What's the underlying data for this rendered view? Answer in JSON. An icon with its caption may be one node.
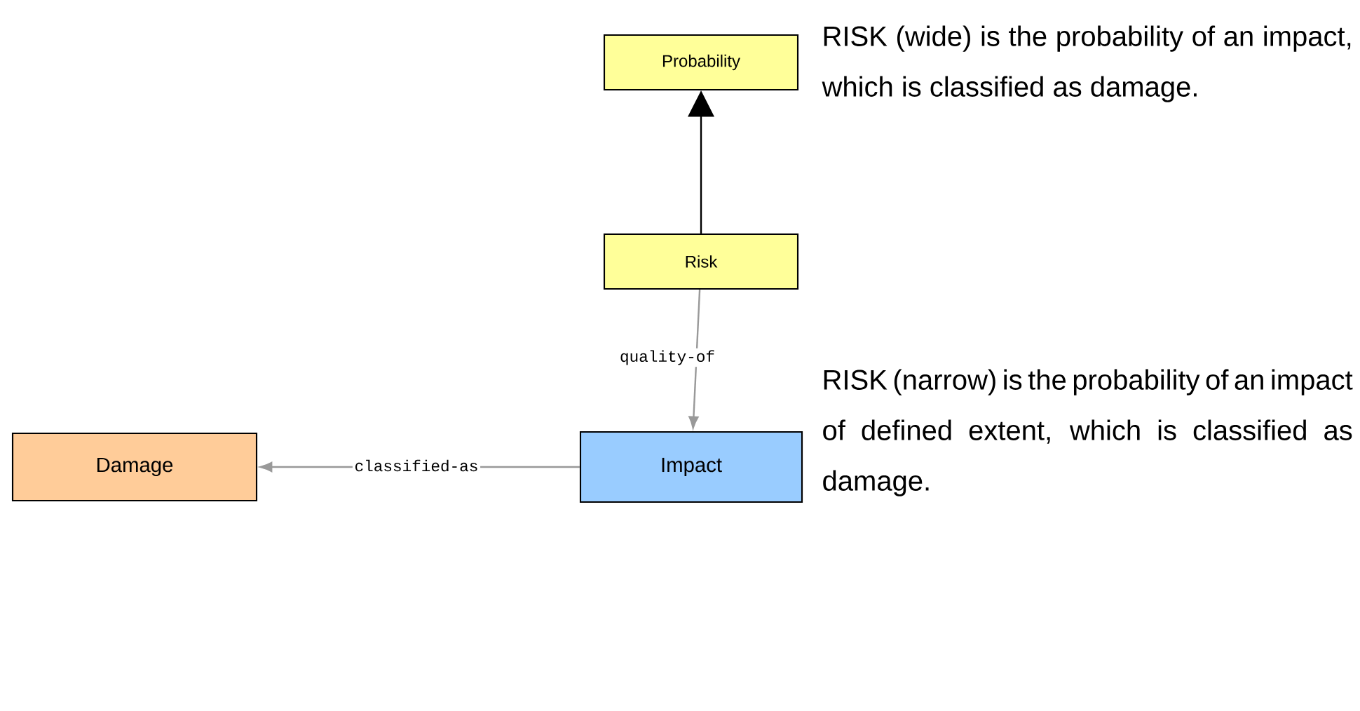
{
  "diagram": {
    "nodes": [
      {
        "text": [
          "Probability"
        ]
      },
      {
        "text": [
          "Risk"
        ]
      },
      {
        "text": [
          "Impact"
        ]
      },
      {
        "text": [
          "Damage"
        ]
      }
    ],
    "edges": [
      {
        "from": 1,
        "to": 0,
        "arrow": "to",
        "color": "#000000"
      },
      {
        "from": 1,
        "to": 2,
        "arrow": "to",
        "label": "quality-of"
      },
      {
        "from": 2,
        "to": 3,
        "arrow": "to",
        "label": "classified-as"
      }
    ],
    "labels": [
      "RISK (wide) is the probability of an impact, which is classified as damage.",
      "RISK (narrow) is the probability of an impact of defined extent, which is classified as damage."
    ]
  }
}
